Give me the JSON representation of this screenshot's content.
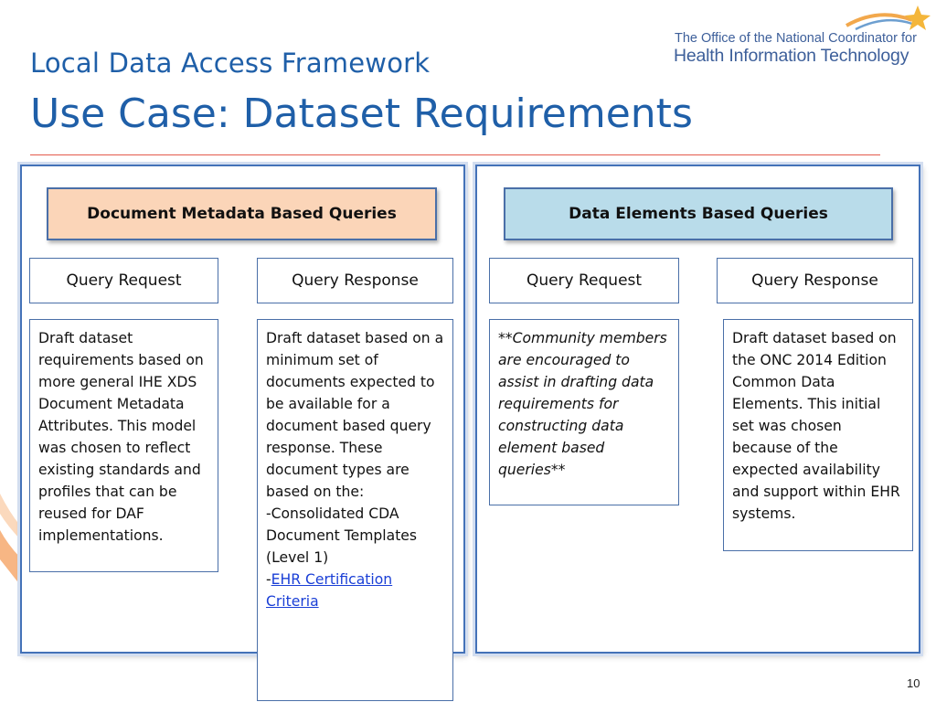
{
  "header": {
    "title_line1": "Local Data Access Framework",
    "title_line2": "Use Case: Dataset Requirements"
  },
  "logo": {
    "line1": "The Office of the National Coordinator for",
    "line2": "Health Information Technology"
  },
  "left_panel": {
    "heading": "Document Metadata Based Queries",
    "query_request_label": "Query Request",
    "query_response_label": "Query Response",
    "request_text": "Draft dataset requirements based on more general IHE XDS Document Metadata Attributes.  This model was chosen to reflect existing standards and profiles that can be reused for DAF implementations.",
    "response_text_intro": "Draft dataset based on a minimum set of documents expected to be available for a document based query response.  These document types are based on the:",
    "response_item1": "-Consolidated CDA Document Templates (Level 1)",
    "response_item2_prefix": "-",
    "response_item2_link": "EHR Certification Criteria"
  },
  "right_panel": {
    "heading": "Data Elements Based Queries",
    "query_request_label": "Query Request",
    "query_response_label": "Query Response",
    "request_prefix": "**",
    "request_text": "Community members are encouraged to assist in drafting data requirements for constructing data element based queries",
    "request_suffix": "**",
    "response_text": "Draft dataset based on the ONC 2014 Edition Common Data Elements.  This initial set was chosen because of the expected availability and support within EHR systems."
  },
  "footer": {
    "page_number": "10"
  },
  "colors": {
    "title_blue": "#1f5fa8",
    "panel_border": "#4472b8",
    "left_heading_bg": "#fbd5b8",
    "right_heading_bg": "#b9dcea",
    "rule_red": "#e45a4c",
    "link_blue": "#1a3fd6"
  }
}
